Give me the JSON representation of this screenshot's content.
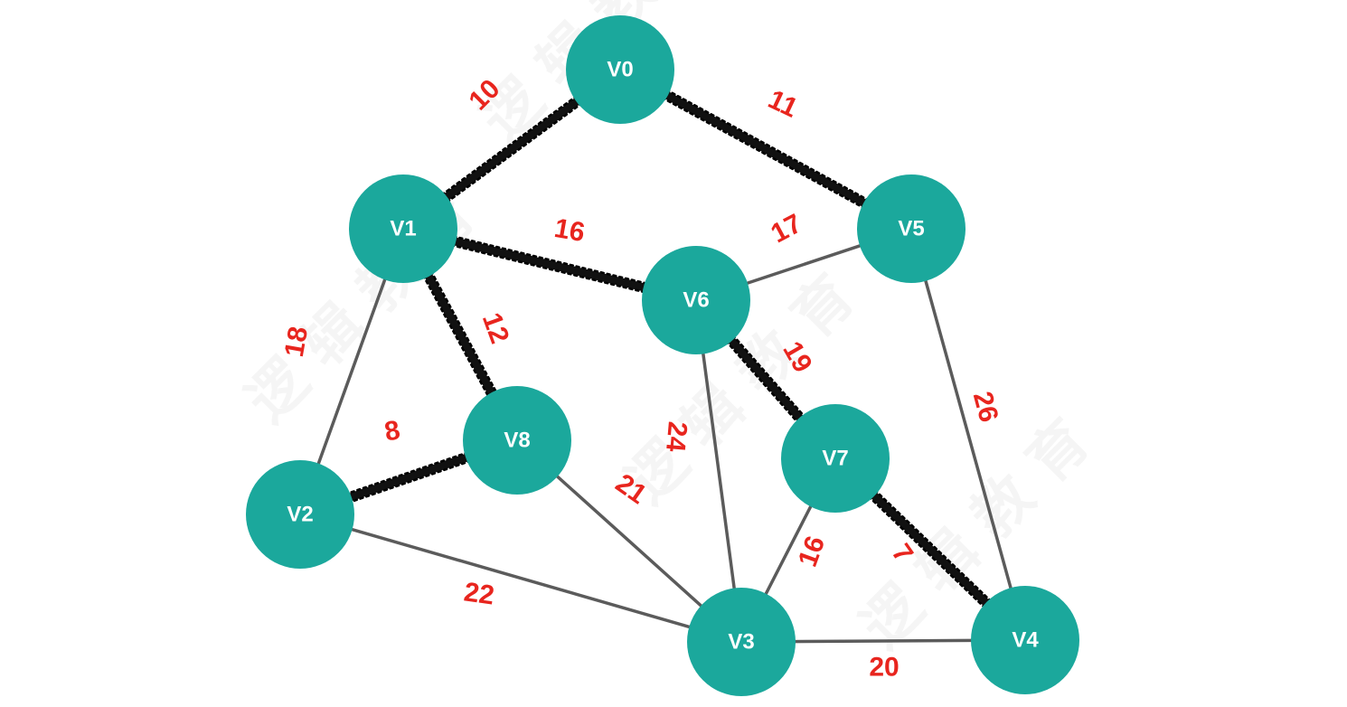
{
  "colors": {
    "node_fill": "#1ba89c",
    "node_text": "#ffffff",
    "weight_text": "#e8251e",
    "edge_thin": "#5b5b5b",
    "edge_thick": "#111111"
  },
  "nodes": [
    {
      "id": "V0",
      "label": "V0"
    },
    {
      "id": "V1",
      "label": "V1"
    },
    {
      "id": "V2",
      "label": "V2"
    },
    {
      "id": "V3",
      "label": "V3"
    },
    {
      "id": "V4",
      "label": "V4"
    },
    {
      "id": "V5",
      "label": "V5"
    },
    {
      "id": "V6",
      "label": "V6"
    },
    {
      "id": "V7",
      "label": "V7"
    },
    {
      "id": "V8",
      "label": "V8"
    }
  ],
  "edges": [
    {
      "from": "V0",
      "to": "V1",
      "weight": "10",
      "highlighted": true
    },
    {
      "from": "V0",
      "to": "V5",
      "weight": "11",
      "highlighted": true
    },
    {
      "from": "V1",
      "to": "V6",
      "weight": "16",
      "highlighted": true
    },
    {
      "from": "V1",
      "to": "V8",
      "weight": "12",
      "highlighted": true
    },
    {
      "from": "V1",
      "to": "V2",
      "weight": "18",
      "highlighted": false
    },
    {
      "from": "V5",
      "to": "V6",
      "weight": "17",
      "highlighted": false
    },
    {
      "from": "V5",
      "to": "V4",
      "weight": "26",
      "highlighted": false
    },
    {
      "from": "V6",
      "to": "V7",
      "weight": "19",
      "highlighted": true
    },
    {
      "from": "V6",
      "to": "V3",
      "weight": "24",
      "highlighted": false
    },
    {
      "from": "V8",
      "to": "V2",
      "weight": "8",
      "highlighted": true
    },
    {
      "from": "V8",
      "to": "V3",
      "weight": "21",
      "highlighted": false
    },
    {
      "from": "V2",
      "to": "V3",
      "weight": "22",
      "highlighted": false
    },
    {
      "from": "V7",
      "to": "V3",
      "weight": "16",
      "highlighted": false
    },
    {
      "from": "V7",
      "to": "V4",
      "weight": "7",
      "highlighted": true
    },
    {
      "from": "V3",
      "to": "V4",
      "weight": "20",
      "highlighted": false
    }
  ]
}
